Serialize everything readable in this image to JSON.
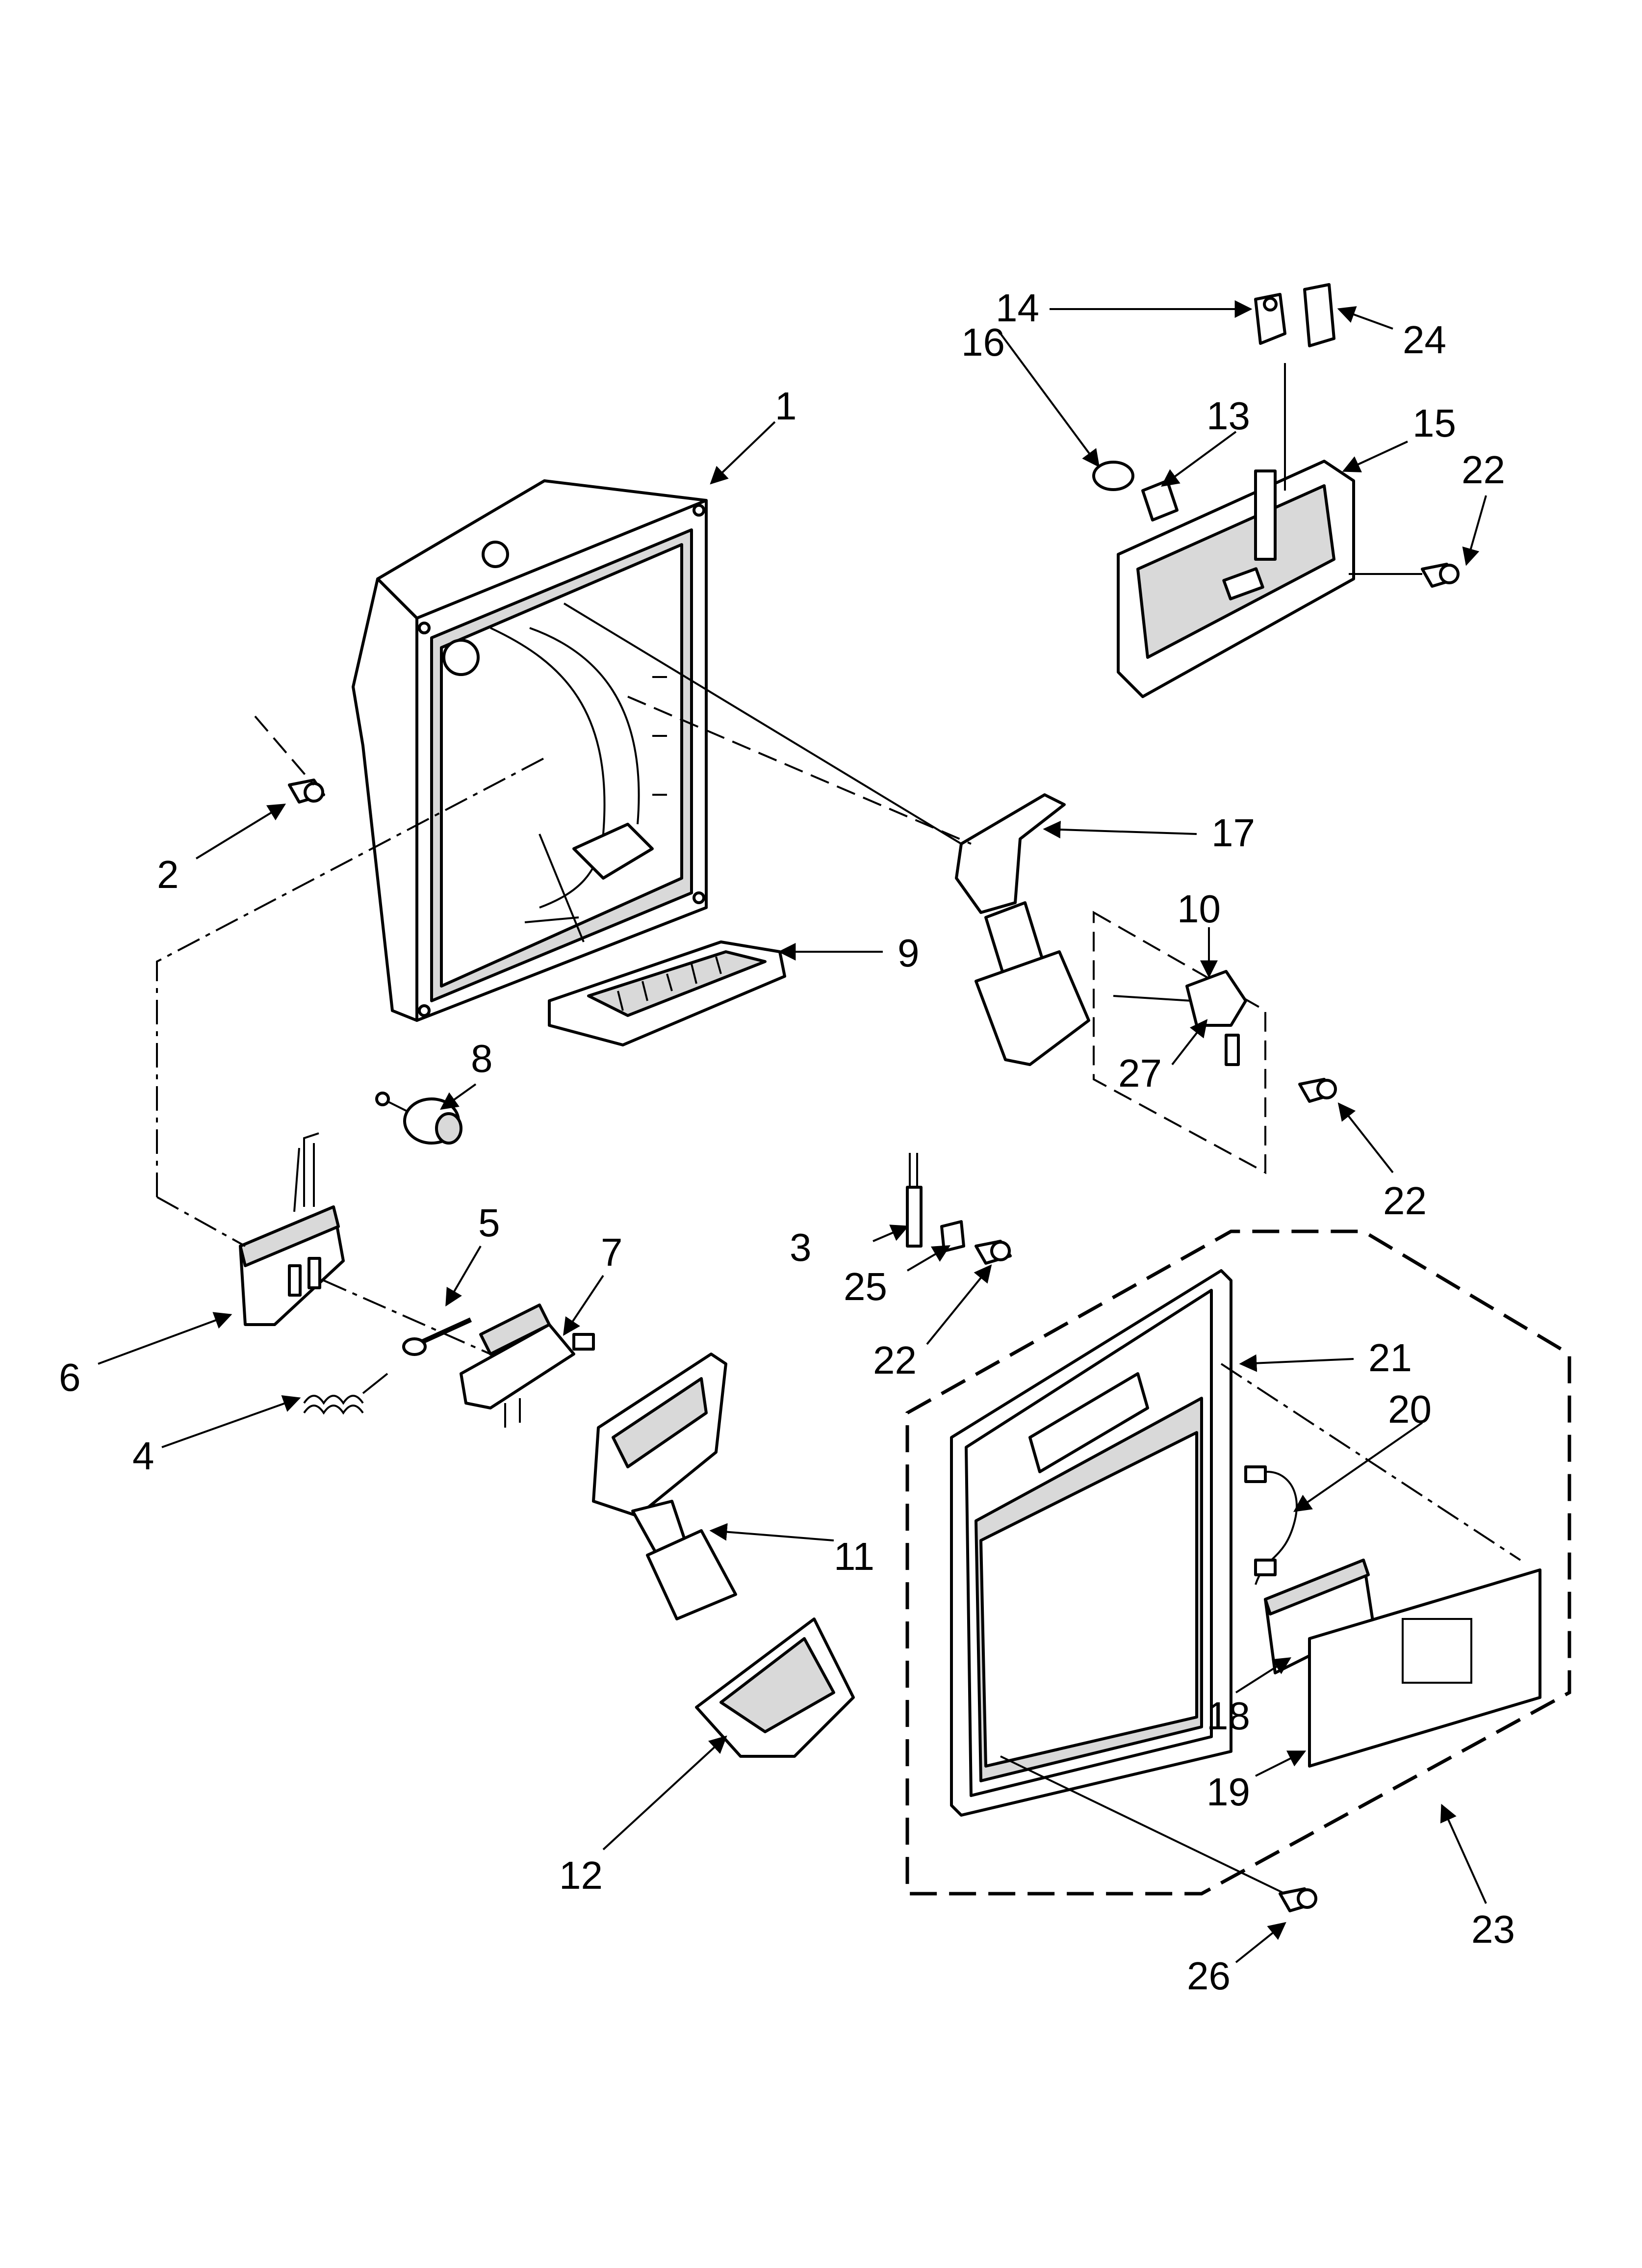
{
  "diagram": {
    "callouts": [
      {
        "id": "c1",
        "text": "1"
      },
      {
        "id": "c2",
        "text": "2"
      },
      {
        "id": "c3",
        "text": "3"
      },
      {
        "id": "c4",
        "text": "4"
      },
      {
        "id": "c5",
        "text": "5"
      },
      {
        "id": "c6",
        "text": "6"
      },
      {
        "id": "c7",
        "text": "7"
      },
      {
        "id": "c8",
        "text": "8"
      },
      {
        "id": "c9",
        "text": "9"
      },
      {
        "id": "c10",
        "text": "10"
      },
      {
        "id": "c11",
        "text": "11"
      },
      {
        "id": "c12",
        "text": "12"
      },
      {
        "id": "c13",
        "text": "13"
      },
      {
        "id": "c14",
        "text": "14"
      },
      {
        "id": "c15",
        "text": "15"
      },
      {
        "id": "c16",
        "text": "16"
      },
      {
        "id": "c17",
        "text": "17"
      },
      {
        "id": "c18",
        "text": "18"
      },
      {
        "id": "c19",
        "text": "19"
      },
      {
        "id": "c20",
        "text": "20"
      },
      {
        "id": "c21",
        "text": "21"
      },
      {
        "id": "c22a",
        "text": "22"
      },
      {
        "id": "c22b",
        "text": "22"
      },
      {
        "id": "c22c",
        "text": "22"
      },
      {
        "id": "c23",
        "text": "23"
      },
      {
        "id": "c24",
        "text": "24"
      },
      {
        "id": "c25",
        "text": "25"
      },
      {
        "id": "c26",
        "text": "26"
      },
      {
        "id": "c27",
        "text": "27"
      }
    ]
  }
}
